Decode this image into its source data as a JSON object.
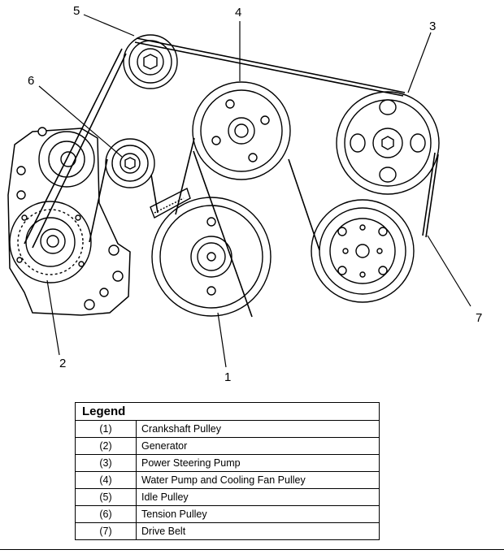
{
  "callouts": {
    "c1": "1",
    "c2": "2",
    "c3": "3",
    "c4": "4",
    "c5": "5",
    "c6": "6",
    "c7": "7"
  },
  "legend": {
    "title": "Legend",
    "rows": [
      {
        "num": "(1)",
        "label": "Crankshaft Pulley"
      },
      {
        "num": "(2)",
        "label": "Generator"
      },
      {
        "num": "(3)",
        "label": "Power Steering Pump"
      },
      {
        "num": "(4)",
        "label": "Water Pump and Cooling Fan Pulley"
      },
      {
        "num": "(5)",
        "label": "Idle Pulley"
      },
      {
        "num": "(6)",
        "label": "Tension Pulley"
      },
      {
        "num": "(7)",
        "label": "Drive Belt"
      }
    ]
  }
}
